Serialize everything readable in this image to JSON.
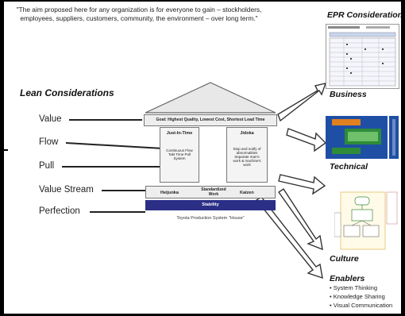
{
  "quote": "\"The aim proposed here for any organization is for everyone to gain – stockholders, employees, suppliers, customers, community, the environment – over long term.\"",
  "lean": {
    "title": "Lean Considerations",
    "items": [
      "Value",
      "Flow",
      "Pull",
      "Value Stream",
      "Perfection"
    ]
  },
  "house": {
    "goal": "Goal: Highest Quality, Lowest Cost, Shortest Lead Time",
    "jit": "Just-In-Time",
    "jidoka": "Jidoka",
    "jit_body": "Continuous Flow Takt Time Pull System",
    "jidoka_body": "Stop and notify of abnormalities Separate man's work & machine's work",
    "heijunka": "Heijunka",
    "standardized_work": "Standardized Work",
    "kaizen": "Kaizen",
    "stability": "Stability",
    "caption": "Toyota Production System \"House\""
  },
  "epr": {
    "title": "EPR Considerations",
    "business": "Business",
    "technical": "Technical",
    "culture": "Culture",
    "enablers": "Enablers",
    "enabler_items": [
      "• System Thinking",
      "• Knowledge Sharing",
      "• Visual Communication"
    ]
  },
  "colors": {
    "stability_bar": "#2b2f86",
    "tech_blue": "#1f4fa5",
    "tech_green": "#2e8b3a",
    "tech_orange": "#e08020"
  }
}
